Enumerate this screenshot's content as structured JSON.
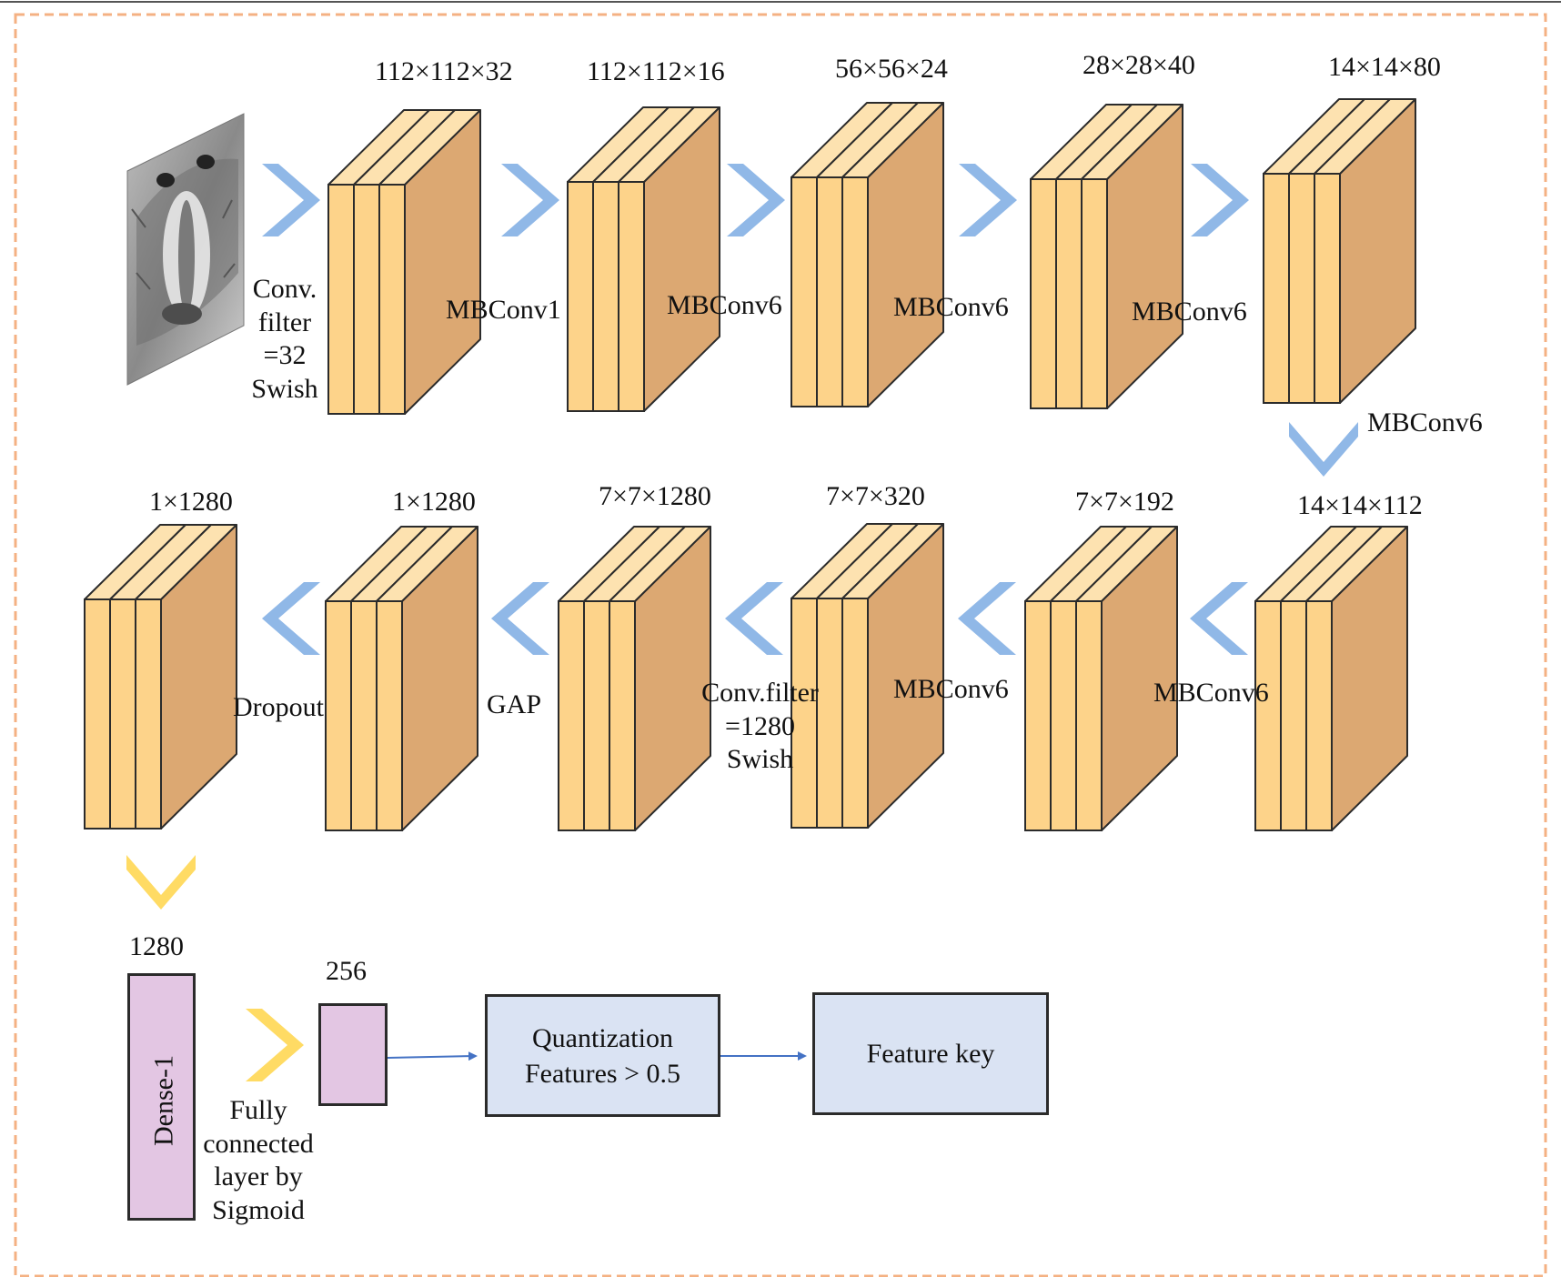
{
  "colors": {
    "block_front": "#fdd38a",
    "block_top": "#fde2b0",
    "block_side": "#dca872",
    "block_stroke": "#2b2b2b",
    "chevron_blue": "#8ab4e6",
    "chevron_yellow": "#ffd95c",
    "box_fill": "#dae3f3",
    "dense_fill": "#e3c6e3",
    "arrow": "#4472c4",
    "frame": "#f4b183"
  },
  "row1": {
    "dims": [
      "112×112×32",
      "112×112×16",
      "56×56×24",
      "28×28×40",
      "14×14×80"
    ],
    "ops": [
      "MBConv1",
      "MBConv6",
      "MBConv6",
      "MBConv6"
    ],
    "input_op": [
      "Conv.",
      "filter",
      "=32",
      "Swish"
    ],
    "down_op": "MBConv6"
  },
  "row2": {
    "dims": [
      "14×14×112",
      "7×7×192",
      "7×7×320",
      "7×7×1280",
      "1×1280",
      "1×1280"
    ],
    "ops": [
      "MBConv6",
      "MBConv6",
      "GAP",
      "Dropout"
    ],
    "conv_op": [
      "Conv.filter",
      "=1280",
      "Swish"
    ]
  },
  "bottom": {
    "dense_dim": "1280",
    "dense_label": "Dense-1",
    "fc_dim": "256",
    "fc_label": [
      "Fully",
      "connected",
      "layer by",
      "Sigmoid"
    ],
    "quant_lines": [
      "Quantization",
      "Features > 0.5"
    ],
    "feature_key": "Feature key"
  },
  "icons": {
    "input_image": "mandrill-face-image",
    "chevron": "chevron-arrow-icon"
  }
}
